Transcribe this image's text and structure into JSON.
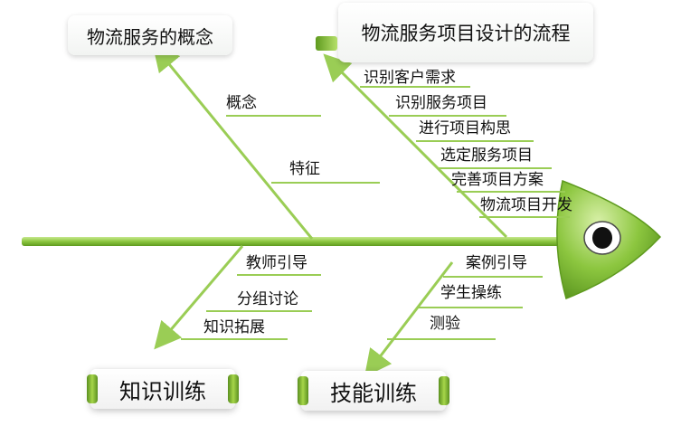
{
  "top_left_box": {
    "label": "物流服务的概念"
  },
  "top_right_box": {
    "label": "物流服务项目设计的流程"
  },
  "bottom_left_box": {
    "label": "知识训练"
  },
  "bottom_right_box": {
    "label": "技能训练"
  },
  "concept_branch": {
    "labels": [
      "概念",
      "特征"
    ]
  },
  "process_branch": {
    "steps": [
      "识别客户需求",
      "识别服务项目",
      "进行项目构思",
      "选定服务项目",
      "完善项目方案",
      "物流项目开发"
    ]
  },
  "knowledge_branch": {
    "labels": [
      "教师引导",
      "分组讨论",
      "知识拓展"
    ]
  },
  "skill_branch": {
    "labels": [
      "案例引导",
      "学生操练",
      "测验"
    ]
  },
  "colors": {
    "bone": "#8cc63f",
    "bone_dark": "#5e9a1e",
    "head": "#7dbb2e"
  }
}
